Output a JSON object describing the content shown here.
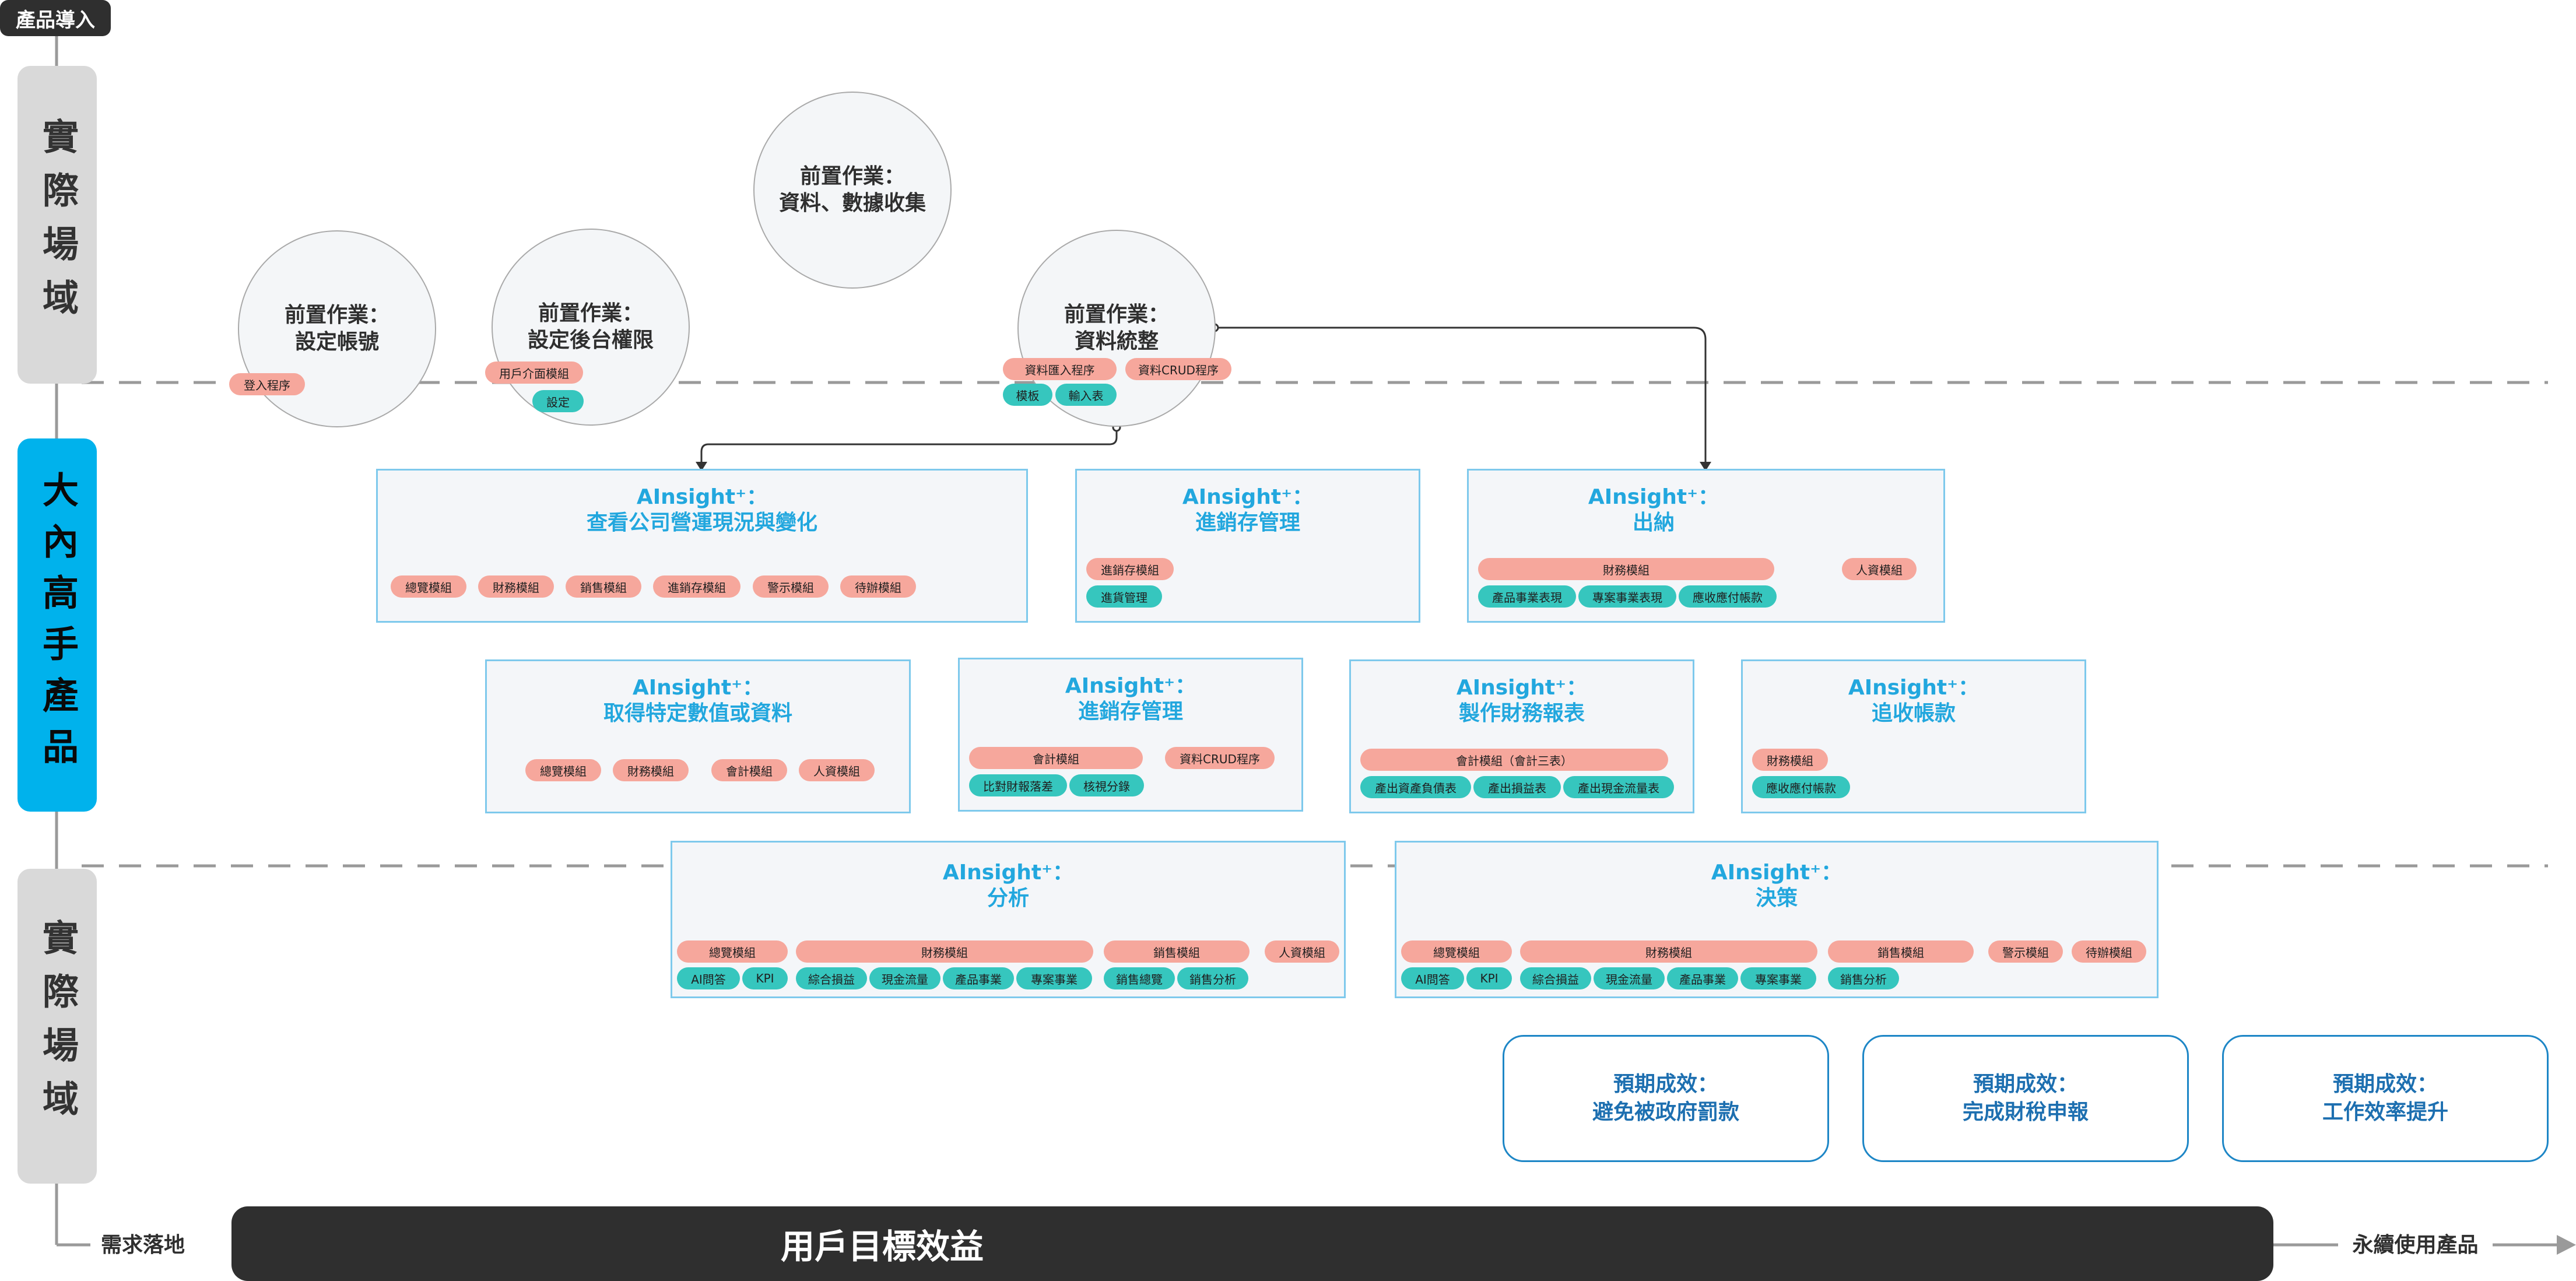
{
  "top_label": "產品導入",
  "side_bands": {
    "top": "實際場域",
    "middle": "大內高手產品",
    "bottom": "實際場域"
  },
  "circles": [
    {
      "id": "c1",
      "lines": [
        "前置作業：",
        "設定帳號"
      ],
      "tags": [
        "登入程序"
      ]
    },
    {
      "id": "c2",
      "lines": [
        "前置作業：",
        "設定後台權限"
      ],
      "tags": [
        "用戶介面模組",
        "設定"
      ]
    },
    {
      "id": "c3",
      "lines": [
        "前置作業：",
        "資料、數據收集"
      ],
      "tags": []
    },
    {
      "id": "c4",
      "lines": [
        "前置作業：",
        "資料統整"
      ],
      "tags": [
        "資料匯入程序",
        "資料CRUD程序",
        "模板",
        "輸入表"
      ]
    }
  ],
  "cards": [
    {
      "id": "k1",
      "title": [
        "AInsight⁺：",
        "查看公司營運現況與變化"
      ],
      "tags": [
        "總覽模組",
        "財務模組",
        "銷售模組",
        "進銷存模組",
        "警示模組",
        "待辦模組"
      ]
    },
    {
      "id": "k2",
      "title": [
        "AInsight⁺：",
        "進銷存管理"
      ],
      "tags": [
        "進銷存模組",
        "進貨管理"
      ]
    },
    {
      "id": "k3",
      "title": [
        "AInsight⁺：",
        "出納"
      ],
      "tags": [
        "財務模組",
        "人資模組",
        "產品事業表現",
        "專案事業表現",
        "應收應付帳款"
      ]
    },
    {
      "id": "k4",
      "title": [
        "AInsight⁺：",
        "取得特定數值或資料"
      ],
      "tags": [
        "總覽模組",
        "財務模組",
        "會計模組",
        "人資模組"
      ]
    },
    {
      "id": "k5",
      "title": [
        "AInsight⁺：",
        "進銷存管理"
      ],
      "tags": [
        "會計模組",
        "資料CRUD程序",
        "比對財報落差",
        "核視分錄"
      ]
    },
    {
      "id": "k6",
      "title": [
        "AInsight⁺：",
        "製作財務報表"
      ],
      "tags": [
        "會計模組（會計三表）",
        "產出資產負債表",
        "產出損益表",
        "產出現金流量表"
      ]
    },
    {
      "id": "k7",
      "title": [
        "AInsight⁺：",
        "追收帳款"
      ],
      "tags": [
        "財務模組",
        "應收應付帳款"
      ]
    },
    {
      "id": "k8",
      "title": [
        "AInsight⁺：",
        "分析"
      ],
      "tags": [
        "總覽模組",
        "財務模組",
        "銷售模組",
        "人資模組",
        "AI問答",
        "KPI",
        "綜合損益",
        "現金流量",
        "產品事業",
        "專案事業",
        "銷售總覽",
        "銷售分析"
      ]
    },
    {
      "id": "k9",
      "title": [
        "AInsight⁺：",
        "決策"
      ],
      "tags": [
        "總覽模組",
        "財務模組",
        "銷售模組",
        "警示模組",
        "待辦模組",
        "AI問答",
        "KPI",
        "綜合損益",
        "現金流量",
        "產品事業",
        "專案事業",
        "銷售分析"
      ]
    }
  ],
  "outcomes": [
    {
      "lines": [
        "預期成效：",
        "避免被政府罰款"
      ]
    },
    {
      "lines": [
        "預期成效：",
        "完成財稅申報"
      ]
    },
    {
      "lines": [
        "預期成效：",
        "工作效率提升"
      ]
    }
  ],
  "bottom": {
    "left_label": "需求落地",
    "bar": "用戶目標效益",
    "right_label": "永續使用產品"
  },
  "colors": {
    "salmon_tag": "#f6a79c",
    "teal_tag": "#36c6be",
    "card_title": "#22a7de",
    "side_blue": "#00b2ec",
    "outcome": "#1d86c6"
  }
}
